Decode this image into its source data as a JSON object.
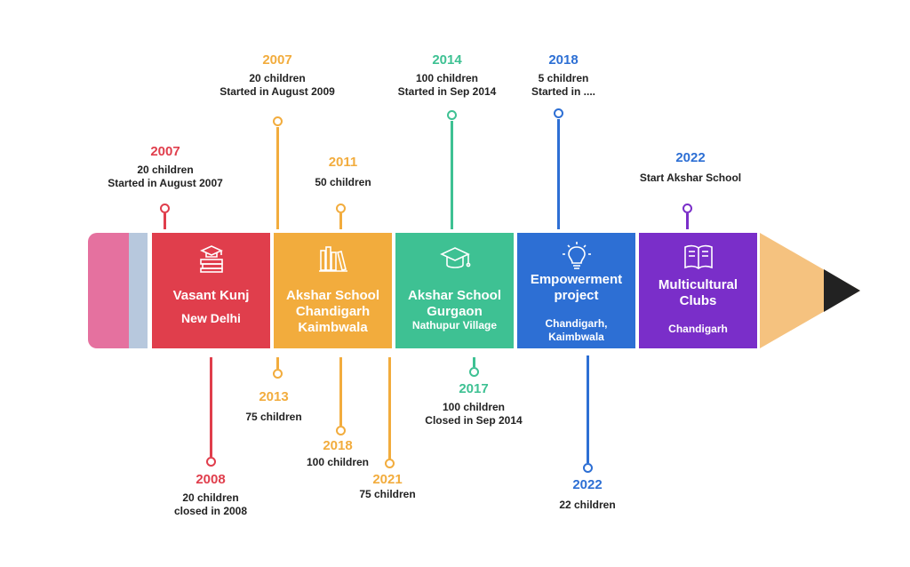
{
  "colors": {
    "red": "#e03e4c",
    "orange": "#f2ac3d",
    "green": "#3ec193",
    "blue": "#2d6fd4",
    "purple": "#7a2ec9",
    "eraser": "#e5719f",
    "band": "#b7c8dd",
    "wood": "#f5c27f",
    "lead": "#222222"
  },
  "segments": [
    {
      "title": "Vasant Kunj",
      "subtitle": "New Delhi",
      "icon": "graduation-books-icon"
    },
    {
      "title": "Akshar School\nChandigarh\nKaimbwala",
      "subtitle": "",
      "icon": "books-icon"
    },
    {
      "title": "Akshar School\nGurgaon",
      "subtitle": "Nathupur Village",
      "icon": "graduation-cap-icon"
    },
    {
      "title": "Empowerment\nproject",
      "subtitle": "Chandigarh,\nKaimbwala",
      "icon": "lightbulb-icon"
    },
    {
      "title": "Multicultural\nClubs",
      "subtitle": "Chandigarh",
      "icon": "open-book-icon"
    }
  ],
  "events_top": [
    {
      "year": "2007",
      "desc": "20 children\nStarted in August 2007"
    },
    {
      "year": "2007",
      "desc": "20 children\nStarted in August 2009"
    },
    {
      "year": "2011",
      "desc": "50 children"
    },
    {
      "year": "2014",
      "desc": "100 children\nStarted in Sep 2014"
    },
    {
      "year": "2018",
      "desc": "5 children\nStarted in ...."
    },
    {
      "year": "2022",
      "desc": "Start Akshar School"
    }
  ],
  "events_bottom": [
    {
      "year": "2008",
      "desc": "20 children\nclosed in 2008"
    },
    {
      "year": "2013",
      "desc": "75 children"
    },
    {
      "year": "2018",
      "desc": "100 children"
    },
    {
      "year": "2021",
      "desc": "75 children"
    },
    {
      "year": "2017",
      "desc": "100 children\nClosed in Sep 2014"
    },
    {
      "year": "2022",
      "desc": "22 children"
    }
  ]
}
